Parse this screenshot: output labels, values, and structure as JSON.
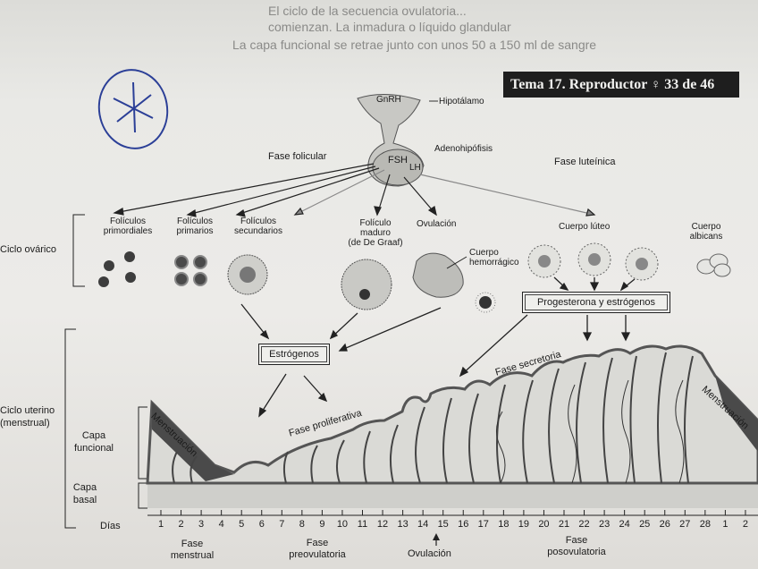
{
  "bleed_lines": [
    "El ciclo de la secuencia ovulatoria...",
    "comienzan. La inmadura o líquido glandular",
    "La capa funcional se retrae junto con unos 50 a 150 ml de sangre"
  ],
  "header": {
    "tema": "Tema 17. Reproductor",
    "symbol": "♀",
    "page": "33 de 46"
  },
  "hypothalamus": {
    "gnrh": "GnRH",
    "hipotalamo": "Hipotálamo",
    "adenohipofisis": "Adenohipófisis",
    "fsh": "FSH",
    "lh": "LH"
  },
  "phases_ovary": {
    "folicular": "Fase folicular",
    "luteinica": "Fase luteínica"
  },
  "ovarian": {
    "section_label": "Ciclo ovárico",
    "stages": [
      {
        "name": "primordiales",
        "label": "Folículos\nprimordiales"
      },
      {
        "name": "primarios",
        "label": "Folículos\nprimarios"
      },
      {
        "name": "secundarios",
        "label": "Folículos\nsecundarios"
      },
      {
        "name": "maduro",
        "label": "Folículo\nmaduro\n(de De Graaf)"
      },
      {
        "name": "ovulacion",
        "label": "Ovulación"
      },
      {
        "name": "cuerpo-luteo",
        "label": "Cuerpo lúteo"
      },
      {
        "name": "cuerpo-albicans",
        "label": "Cuerpo\nalbicans"
      }
    ],
    "cuerpo_hemorragico": "Cuerpo\nhemorrágico"
  },
  "hormones": {
    "estrogenos": "Estrógenos",
    "progesterona": "Progesterona y estrógenos"
  },
  "uterine": {
    "section_label": "Ciclo uterino\n(menstrual)",
    "capa_funcional": "Capa\nfuncional",
    "capa_basal": "Capa\nbasal",
    "menstruacion": "Menstruación",
    "fase_proliferativa": "Fase proliferativa",
    "fase_secretoria": "Fase secretoria"
  },
  "days": {
    "label": "Días",
    "values": [
      "1",
      "2",
      "3",
      "4",
      "5",
      "6",
      "7",
      "8",
      "9",
      "10",
      "11",
      "12",
      "13",
      "14",
      "15",
      "16",
      "17",
      "18",
      "19",
      "20",
      "21",
      "22",
      "23",
      "24",
      "25",
      "26",
      "27",
      "28",
      "1",
      "2"
    ]
  },
  "bottom_phases": {
    "menstrual": "Fase\nmenstrual",
    "preovulatoria": "Fase\npreovulatoria",
    "ovulacion": "Ovulación",
    "posovulatoria": "Fase\nposovulatoria"
  },
  "handwritten_mark": "asterisk-in-circle"
}
